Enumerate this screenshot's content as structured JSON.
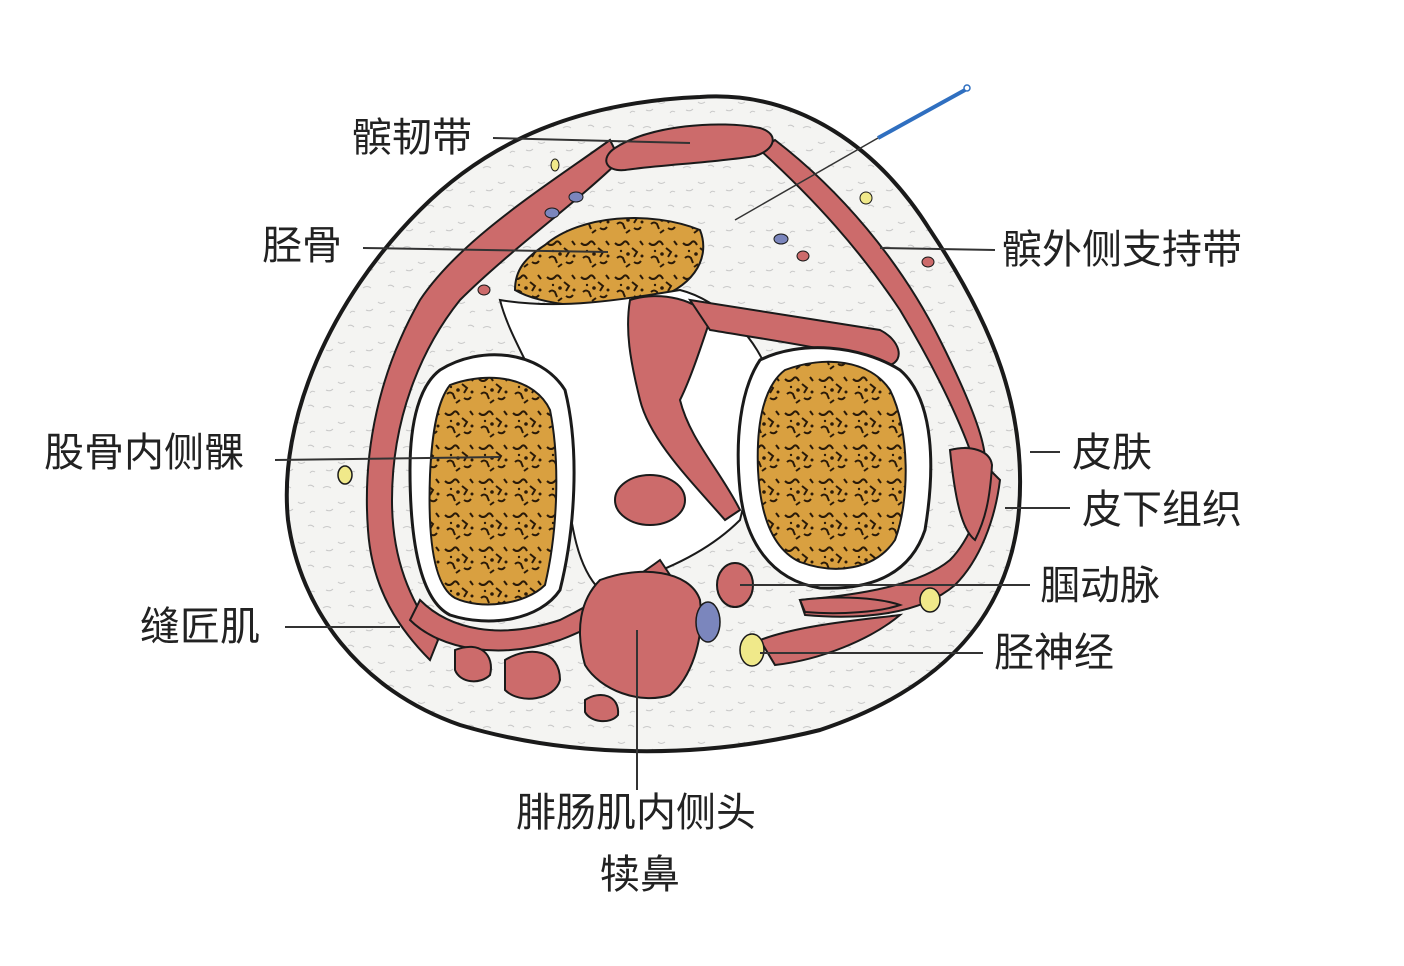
{
  "labels": {
    "patellar_ligament": "髌韧带",
    "tibia": "胫骨",
    "lateral_patellar_retinaculum": "髌外侧支持带",
    "medial_femoral_condyle": "股骨内侧髁",
    "skin": "皮肤",
    "subcutaneous_tissue": "皮下组织",
    "popliteal_artery": "腘动脉",
    "sartorius": "缝匠肌",
    "tibial_nerve": "胫神经",
    "gastrocnemius_medial_head": "腓肠肌内侧头",
    "calf_nose": "犊鼻"
  },
  "colors": {
    "muscle": "#cc6b6b",
    "bone_marrow": "#d9a040",
    "bone_speckle": "#2a1a08",
    "fat": "#f4f4f2",
    "outline": "#1a1a1a",
    "vein": "#7b86bd",
    "nerve": "#f0e98a",
    "needle": "#2f6fc0",
    "label_line": "#333333"
  }
}
